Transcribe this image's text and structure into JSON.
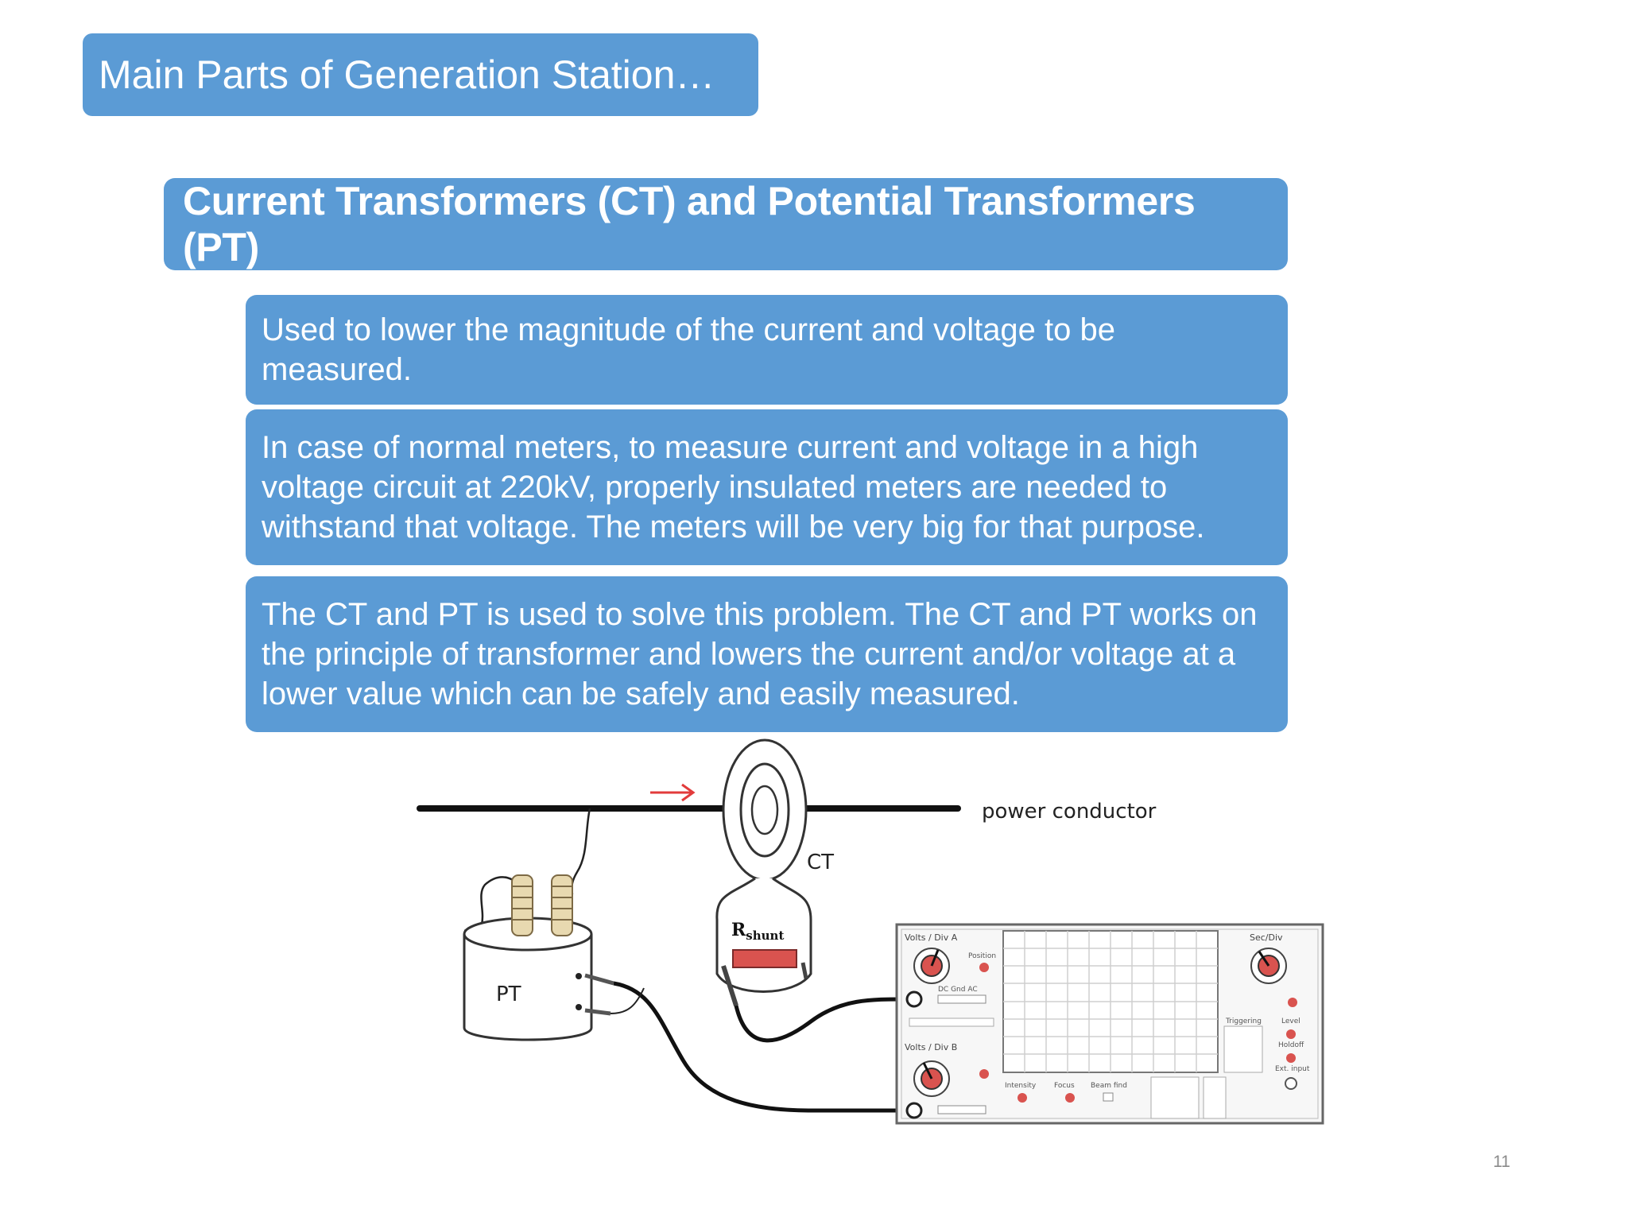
{
  "slide": {
    "title": "Main Parts of Generation Station…",
    "subtitle": "Current Transformers (CT) and Potential Transformers (PT)",
    "points": [
      "Used to lower the magnitude of the current and voltage to be measured.",
      "In case of normal meters, to measure current and voltage in a high voltage circuit at 220kV, properly insulated meters are needed to withstand that voltage. The meters will be very big for that purpose.",
      "The CT and PT is used to solve this problem. The CT and PT works on the principle of transformer and lowers the current and/or voltage at a lower value which can be safely and easily measured."
    ],
    "page_number": "11"
  },
  "diagram": {
    "labels": {
      "conductor": "power conductor",
      "ct": "CT",
      "pt": "PT",
      "rshunt_main": "R",
      "rshunt_sub": "shunt"
    },
    "scope": {
      "volts_a": "Volts / Div A",
      "volts_b": "Volts / Div B",
      "sec_div": "Sec/Div",
      "position": "Position",
      "dc_gnd_ac": "DC Gnd AC",
      "triggering": "Triggering",
      "level": "Level",
      "holdoff": "Holdoff",
      "ext_input": "Ext. input",
      "intensity": "Intensity",
      "focus": "Focus",
      "beam_find": "Beam find"
    },
    "colors": {
      "accent": "#5b9bd5",
      "knob": "#d9534f",
      "arrow": "#e23b3b",
      "resistor": "#d9534f",
      "bushing": "#e8d9b0"
    }
  }
}
